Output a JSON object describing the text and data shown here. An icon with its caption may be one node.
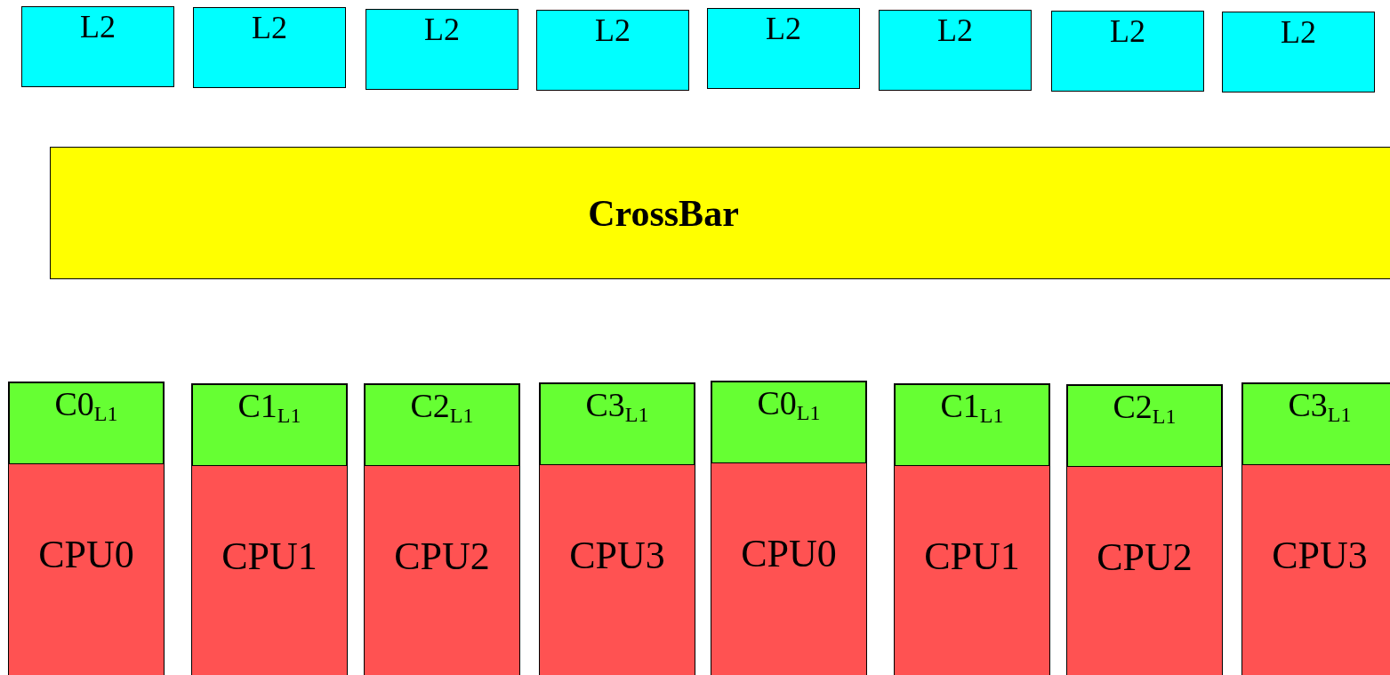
{
  "diagram": {
    "nodes": [
      {
        "text": [
          "L2"
        ]
      },
      {
        "text": [
          "L2"
        ]
      },
      {
        "text": [
          "L2"
        ]
      },
      {
        "text": [
          "L2"
        ]
      },
      {
        "text": [
          "L2"
        ]
      },
      {
        "text": [
          "L2"
        ]
      },
      {
        "text": [
          "L2"
        ]
      },
      {
        "text": [
          "L2"
        ]
      },
      {
        "text": [
          "CrossBar"
        ]
      },
      {
        "text": [
          "CPU0"
        ]
      },
      {
        "text": [
          "C0$_{L1}$"
        ],
        "in": 9
      },
      {
        "text": [
          "CPU1"
        ]
      },
      {
        "text": [
          "C1$_{L1}$"
        ],
        "in": 11
      },
      {
        "text": [
          "CPU2"
        ]
      },
      {
        "text": [
          "C2$_{L1}$"
        ],
        "in": 13
      },
      {
        "text": [
          "CPU3"
        ]
      },
      {
        "text": [
          "C3$_{L1}$"
        ],
        "in": 15
      },
      {
        "text": [
          "CPU0"
        ]
      },
      {
        "text": [
          "C0$_{L1}$"
        ],
        "in": 17
      },
      {
        "text": [
          "CPU1"
        ]
      },
      {
        "text": [
          "C1$_{L1}$"
        ],
        "in": 19
      },
      {
        "text": [
          "CPU2"
        ]
      },
      {
        "text": [
          "C2$_{L1}$"
        ],
        "in": 21
      },
      {
        "text": [
          "CPU3"
        ]
      },
      {
        "text": [
          "C3$_{L1}$"
        ],
        "in": 23
      }
    ]
  }
}
